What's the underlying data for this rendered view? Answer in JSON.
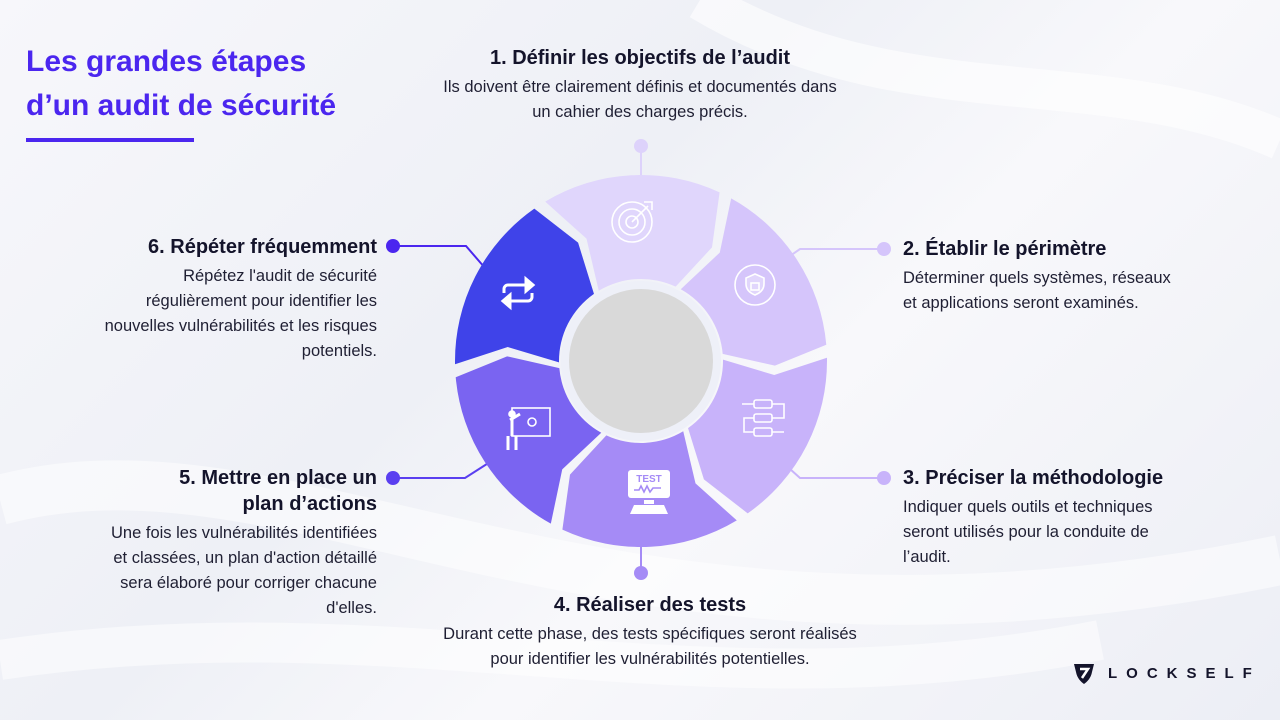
{
  "title": {
    "line1": "Les grandes étapes",
    "line2": "d’un audit de sécurité"
  },
  "steps": [
    {
      "title": "1. Définir les objectifs de l’audit",
      "text": "Ils doivent être clairement définis et documentés dans un cahier des charges précis.",
      "icon": "target-icon",
      "color": "#e0d6fc"
    },
    {
      "title": "2. Établir le périmètre",
      "text": "Déterminer quels systèmes, réseaux et applications seront examinés.",
      "icon": "shield-lock-icon",
      "color": "#d5c5fb"
    },
    {
      "title": "3. Préciser la méthodologie",
      "text": "Indiquer quels outils et techniques seront utilisés pour la conduite de l’audit.",
      "icon": "flowchart-icon",
      "color": "#c8b3fa"
    },
    {
      "title": "4. Réaliser des tests",
      "text": "Durant cette phase, des tests spécifiques seront réalisés pour identifier les vulnérabilités potentielles.",
      "icon": "test-monitor-icon",
      "icon_text": "TEST",
      "color": "#a58bf6"
    },
    {
      "title": "5. Mettre en place un plan d’actions",
      "text": "Une fois les vulnérabilités identifiées et classées, un plan d'action détaillé sera élaboré pour corriger chacune d'elles.",
      "icon": "presenter-board-icon",
      "color": "#7a64f1"
    },
    {
      "title": "6. Répéter fréquemment",
      "text": "Répétez l'audit de sécurité régulièrement pour identifier les nouvelles vulnérabilités et les risques potentiels.",
      "icon": "repeat-icon",
      "color": "#3f43e9"
    }
  ],
  "logo": {
    "text": "LOCKSELF"
  },
  "colors": {
    "accent": "#4b26ef",
    "center": "#d9d9d9"
  }
}
